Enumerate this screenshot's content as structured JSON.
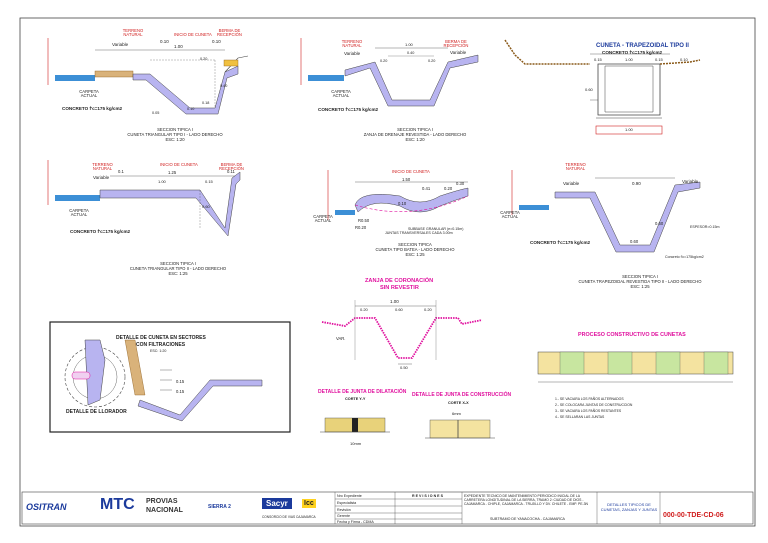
{
  "sections": {
    "s1": {
      "terreno": "TERRENO NATURAL",
      "variable": "Variable",
      "inicio": "INICIO DE CUNETA",
      "berma": "BERMA DE RECEPCIÓN",
      "dims": [
        "0.10",
        "1.00",
        "0.10",
        "0.40",
        "0.20",
        "0.10",
        "0.18",
        "0.05"
      ],
      "carpeta": "CARPETA ACTUAL",
      "concreto": "CONCRETO f'c=175 kg/cm2",
      "caption": [
        "SECCION TIPICA I",
        "CUNETA TRIANGULAR TIPO I - LADO DERECHO",
        "ESC: 1:20"
      ]
    },
    "s2": {
      "terreno": "TERRENO NATURAL",
      "variable": "Variable",
      "variable2": "Variable",
      "berma": "BERMA DE RECEPCIÓN",
      "dims": [
        "1.00",
        "0.40",
        "0.20",
        "0.20"
      ],
      "carpeta": "CARPETA ACTUAL",
      "concreto": "CONCRETO f'c=175 kg/cm2",
      "caption": [
        "SECCION TIPICA I",
        "ZANJA DE DRENAJE REVESTIDA - LADO DERECHO",
        "ESC: 1:20"
      ]
    },
    "s3": {
      "title": "CUNETA - TRAPEZOIDAL TIPO II",
      "concreto": "CONCRETO f'c=175 kg/cm2",
      "dims": [
        "0.15",
        "1.00",
        "0.15",
        "0.10",
        "0.60",
        "1.00"
      ]
    },
    "s4": {
      "terreno": "TERRENO NATURAL",
      "variable": "Variable",
      "inicio": "INICIO DE CUNETA",
      "berma": "BERMA DE RECEPCIÓN",
      "dims": [
        "0.1",
        "1.25",
        "0.11",
        "1.00",
        "0.15",
        "0.60"
      ],
      "carpeta": "CARPETA ACTUAL",
      "concreto": "CONCRETO f'c=175 kg/cm2",
      "caption": [
        "SECCION TIPICA I",
        "CUNETA TRIANGULAR TIPO II - LADO DERECHO",
        "ESC: 1:25"
      ]
    },
    "s5": {
      "inicio": "INICIO DE CUNETA",
      "dims": [
        "1.50",
        "0.41",
        "0.20",
        "0.10",
        "0.30",
        "R0.50",
        "R0.20"
      ],
      "carpeta": "CARPETA ACTUAL",
      "subbase": "SUBBASE GRANULAR (e=0.15m)",
      "junta": "JUNTAS TRANSVERSALES CADA 3.00m",
      "caption": [
        "SECCION TIPICA",
        "CUNETA TIPO BATEA - LADO DERECHO",
        "ESC: 1:25"
      ]
    },
    "s6": {
      "terreno": "TERRENO NATURAL",
      "variable": "Variable",
      "variable2": "Variable",
      "dims": [
        "0.90",
        "0.60",
        "0.60"
      ],
      "carpeta": "CARPETA ACTUAL",
      "espesor": "ESPESOR=0.15m",
      "concreto_small": "Concreto f'c=175kg/cm2",
      "concreto": "CONCRETO f'c=175 kg/cm2",
      "caption": [
        "SECCION TIPICA I",
        "CUNETA TRAPEZOIDAL REVESTIDA TIPO II - LADO DERECHO",
        "ESC: 1:25"
      ]
    },
    "zanja": {
      "title": [
        "ZANJA DE CORONACIÓN",
        "SIN REVESTIR"
      ],
      "dims": [
        "1.00",
        "0.20",
        "0.60",
        "0.20",
        "0.50",
        "VAR."
      ]
    },
    "detalle": {
      "title": [
        "DETALLE DE CUNETA EN SECTORES",
        "CON FILTRACIONES"
      ],
      "esc": "ESC: 1:20",
      "llorador": "DETALLE DE LLORADOR",
      "dims": [
        "0.15",
        "0.15"
      ]
    },
    "dilatacion": {
      "title": "DETALLE DE JUNTA DE DILATACIÓN",
      "corte": "CORTE Y-Y",
      "dim": "10mm"
    },
    "construccion": {
      "title": "DETALLE DE JUNTA DE CONSTRUCCIÓN",
      "corte": "CORTE X-X",
      "dim": "6mm"
    },
    "proceso": {
      "title": "PROCESO CONSTRUCTIVO DE CUNETAS",
      "notes": [
        "1.- SE VACIARA LOS PAÑOS ALTERNADOS",
        "2.- SE COLOCARA JUNTAS DE CONSTRUCCION",
        "3.- SE VACIARA LOS PAÑOS RESTANTES",
        "4.- SE SELLARAN LAS JUNTAS"
      ]
    }
  },
  "titleblock": {
    "logos": {
      "ositran": "OSITRAN",
      "mtc": "MTC",
      "provias": [
        "PROVIAS",
        "NACIONAL"
      ],
      "sierra": "SIERRA 2",
      "sacyr": "Sacyr",
      "icc": "Icc"
    },
    "consorcio": "CONSORCIO DE VIAS CAJAMARCA",
    "project": "EXPEDIENTE TECNICO DE MANTENIMIENTO PERIODICO INICIAL DE LA CARRETERA LONGITUDINAL DE LA SIERRA, TRAMO 2: CIUDAD DE DIOS - CAJAMARCA - CHIPLE, CAJAMARCA - TRUJILLO Y DV. CHILETE - EMP. PE-3N",
    "sector": "SUBTRAMO DE YANACOCHA - CAJAMARCA",
    "sheet_title": "DETALLES TIPICOS DE CUNETAS, ZANJAS Y JUNTAS",
    "sheet_no": "000-00-TDE-CD-06",
    "revisions": "REVISIONES",
    "rows": [
      "Nro Expediente",
      "Especialista",
      "Revisión",
      "Gerente",
      "Fecha y Firma - CDMA"
    ]
  },
  "colors": {
    "red": "#d12020",
    "magenta": "#e0109e",
    "blue": "#1b3a9c",
    "lining": "#b8b4f0"
  }
}
